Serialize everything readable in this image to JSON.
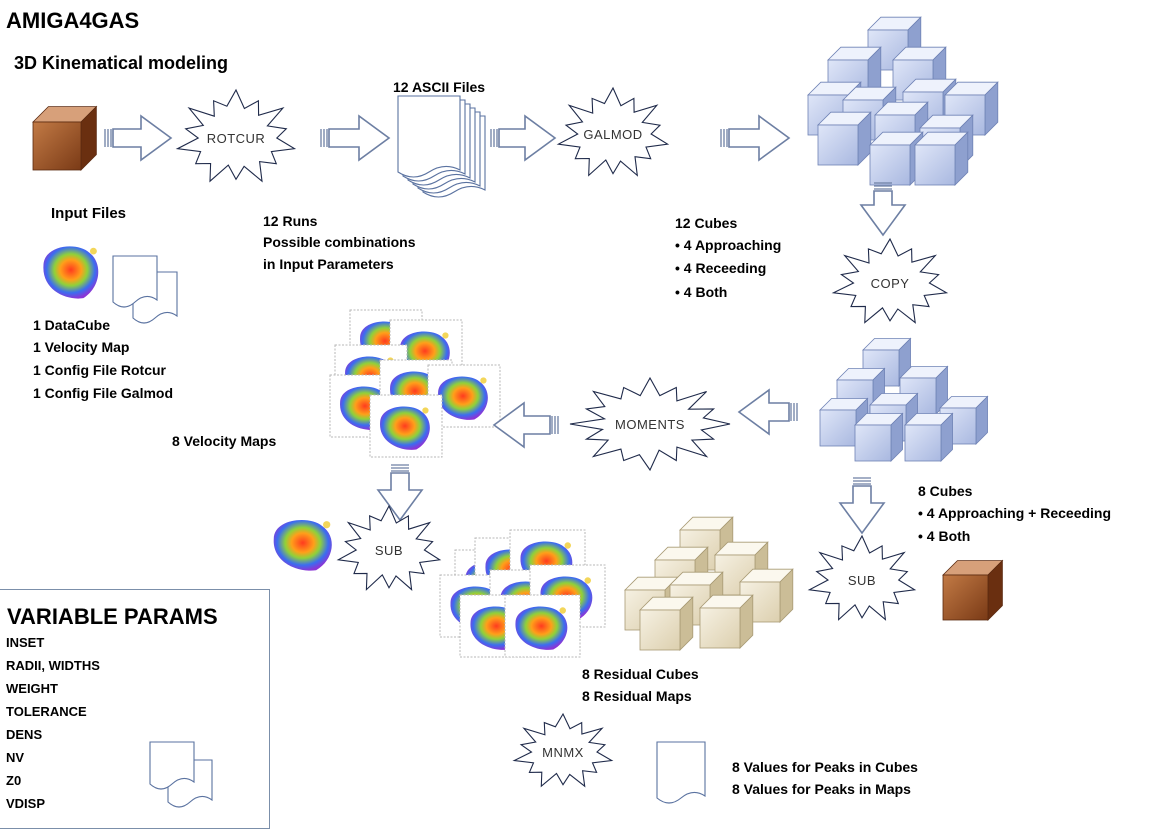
{
  "title": "AMIGA4GAS",
  "subtitle": "3D Kinematical modeling",
  "stars": {
    "rotcur": "ROTCUR",
    "galmod": "GALMOD",
    "copy": "COPY",
    "moments": "MOMENTS",
    "sub_left": "SUB",
    "sub_right": "SUB",
    "mnmx": "MNMX"
  },
  "labels": {
    "input_files": "Input Files",
    "ascii_files": "12 ASCII Files",
    "runs": [
      "12 Runs",
      "Possible combinations",
      "in Input Parameters"
    ],
    "cubes12": [
      "12 Cubes",
      "• 4 Approaching",
      "• 4 Receeding",
      "• 4 Both"
    ],
    "inputs_list": [
      "1 DataCube",
      "1 Velocity Map",
      "1 Config File Rotcur",
      "1 Config File Galmod"
    ],
    "velocity_maps": "8 Velocity Maps",
    "cubes8": [
      "8 Cubes",
      "• 4 Approaching + Receeding",
      "• 4 Both"
    ],
    "residuals": [
      "8 Residual Cubes",
      "8 Residual Maps"
    ],
    "peaks": [
      "8 Values for Peaks in Cubes",
      "8 Values for Peaks in Maps"
    ]
  },
  "variable_params": {
    "title": "VARIABLE PARAMS",
    "items": [
      "INSET",
      "RADII, WIDTHS",
      "WEIGHT",
      "TOLERANCE",
      "DENS",
      "NV",
      "Z0",
      "VDISP"
    ]
  },
  "colors": {
    "arrow_stroke": "#6d7fa3",
    "star_stroke": "#1f2a4a",
    "blue_cube": "#c9d3ee",
    "cream_cube": "#ede4cd",
    "brown_cube": "#a9582a",
    "doc_stroke": "#5a72a0"
  }
}
